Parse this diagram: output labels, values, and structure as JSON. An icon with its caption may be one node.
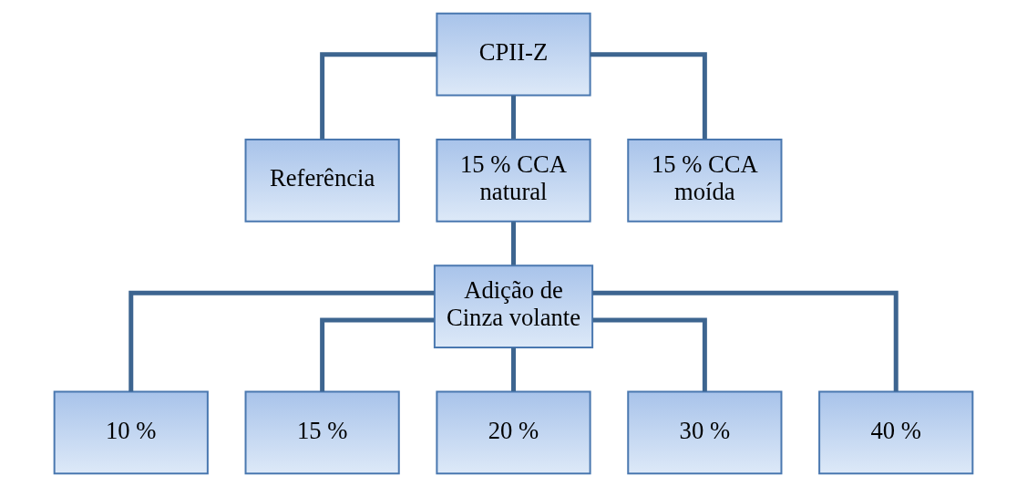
{
  "diagram": {
    "nodes": [
      {
        "text": [
          "CPII-Z"
        ]
      },
      {
        "text": [
          "Referência"
        ]
      },
      {
        "text": [
          "15 % CCA natural"
        ]
      },
      {
        "text": [
          "15 % CCA moída"
        ]
      },
      {
        "text": [
          "Adição de Cinza volante"
        ]
      },
      {
        "text": [
          "10 %"
        ]
      },
      {
        "text": [
          "15 %"
        ]
      },
      {
        "text": [
          "20 %"
        ]
      },
      {
        "text": [
          "30 %"
        ]
      },
      {
        "text": [
          "40 %"
        ]
      }
    ],
    "edges": [
      {
        "from": 0,
        "to": 1,
        "arrow": "none"
      },
      {
        "from": 0,
        "to": 2,
        "arrow": "none"
      },
      {
        "from": 0,
        "to": 3,
        "arrow": "none"
      },
      {
        "from": 2,
        "to": 4,
        "arrow": "none"
      },
      {
        "from": 4,
        "to": 5,
        "arrow": "none"
      },
      {
        "from": 4,
        "to": 6,
        "arrow": "none"
      },
      {
        "from": 4,
        "to": 7,
        "arrow": "none"
      },
      {
        "from": 4,
        "to": 8,
        "arrow": "none"
      },
      {
        "from": 4,
        "to": 9,
        "arrow": "none"
      }
    ]
  }
}
